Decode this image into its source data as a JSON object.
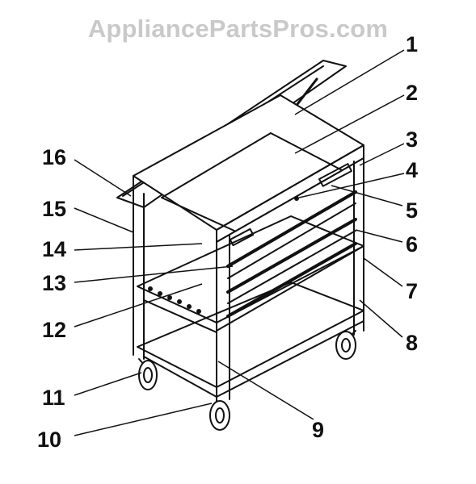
{
  "watermark": "AppliancePartsPros.com",
  "callouts": [
    "1",
    "2",
    "3",
    "4",
    "5",
    "6",
    "7",
    "8",
    "9",
    "10",
    "11",
    "12",
    "13",
    "14",
    "15",
    "16"
  ],
  "colors": {
    "line": "#111111",
    "watermark": "#c9c9c9",
    "background": "#ffffff"
  }
}
